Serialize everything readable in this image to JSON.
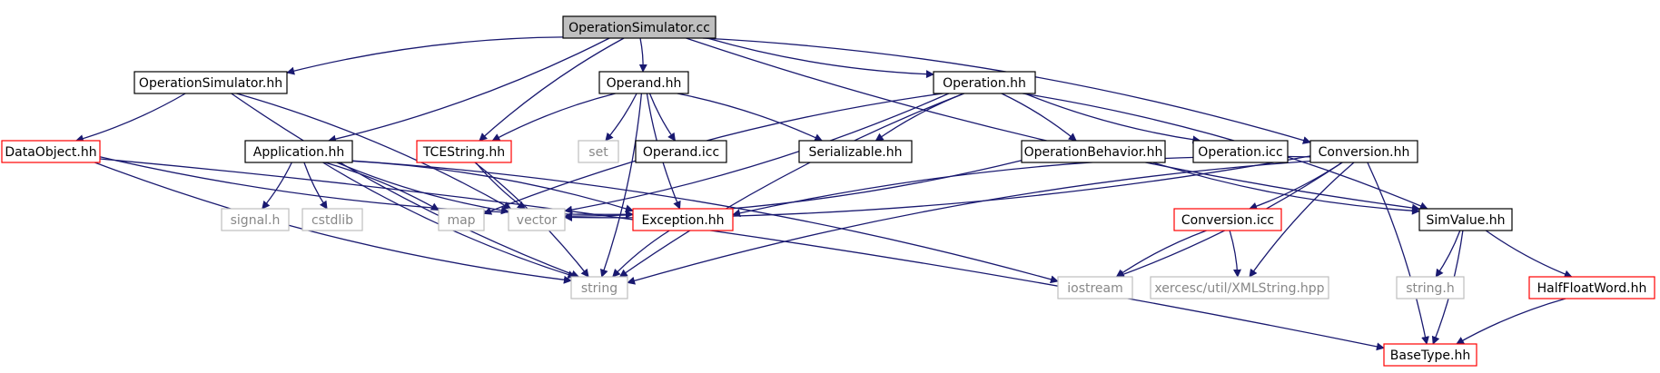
{
  "colors": {
    "edge": "#191970",
    "documented_border": "#000000",
    "undocumented_border": "#bfbfbf",
    "problem_border": "#ff0000",
    "root_fill": "#bfbfbf",
    "text_normal": "#000000",
    "text_system": "#888888"
  },
  "nodes": [
    {
      "id": "OperationSimulator_cc",
      "label": "OperationSimulator.cc",
      "kind": "root"
    },
    {
      "id": "OperationSimulator_hh",
      "label": "OperationSimulator.hh",
      "kind": "documented"
    },
    {
      "id": "Operand_hh",
      "label": "Operand.hh",
      "kind": "documented"
    },
    {
      "id": "Operation_hh",
      "label": "Operation.hh",
      "kind": "documented"
    },
    {
      "id": "DataObject_hh",
      "label": "DataObject.hh",
      "kind": "problem"
    },
    {
      "id": "Application_hh",
      "label": "Application.hh",
      "kind": "documented"
    },
    {
      "id": "TCEString_hh",
      "label": "TCEString.hh",
      "kind": "problem"
    },
    {
      "id": "set",
      "label": "set",
      "kind": "system"
    },
    {
      "id": "Operand_icc",
      "label": "Operand.icc",
      "kind": "documented"
    },
    {
      "id": "Serializable_hh",
      "label": "Serializable.hh",
      "kind": "documented"
    },
    {
      "id": "OperationBehavior_hh",
      "label": "OperationBehavior.hh",
      "kind": "documented"
    },
    {
      "id": "Operation_icc",
      "label": "Operation.icc",
      "kind": "documented"
    },
    {
      "id": "Conversion_hh",
      "label": "Conversion.hh",
      "kind": "documented"
    },
    {
      "id": "signal_h",
      "label": "signal.h",
      "kind": "system"
    },
    {
      "id": "cstdlib",
      "label": "cstdlib",
      "kind": "system"
    },
    {
      "id": "map",
      "label": "map",
      "kind": "system"
    },
    {
      "id": "vector",
      "label": "vector",
      "kind": "system"
    },
    {
      "id": "Exception_hh",
      "label": "Exception.hh",
      "kind": "problem"
    },
    {
      "id": "Conversion_icc",
      "label": "Conversion.icc",
      "kind": "problem"
    },
    {
      "id": "SimValue_hh",
      "label": "SimValue.hh",
      "kind": "documented"
    },
    {
      "id": "string",
      "label": "string",
      "kind": "system"
    },
    {
      "id": "iostream",
      "label": "iostream",
      "kind": "system"
    },
    {
      "id": "XMLString_hpp",
      "label": "xercesc/util/XMLString.hpp",
      "kind": "system"
    },
    {
      "id": "string_h",
      "label": "string.h",
      "kind": "system"
    },
    {
      "id": "HalfFloatWord_hh",
      "label": "HalfFloatWord.hh",
      "kind": "problem"
    },
    {
      "id": "BaseType_hh",
      "label": "BaseType.hh",
      "kind": "problem"
    }
  ],
  "edges": [
    {
      "from": "OperationSimulator_cc",
      "to": "OperationSimulator_hh"
    },
    {
      "from": "OperationSimulator_cc",
      "to": "Application_hh"
    },
    {
      "from": "OperationSimulator_cc",
      "to": "TCEString_hh"
    },
    {
      "from": "OperationSimulator_cc",
      "to": "Operand_hh"
    },
    {
      "from": "OperationSimulator_cc",
      "to": "Operation_hh"
    },
    {
      "from": "OperationSimulator_cc",
      "to": "Conversion_hh"
    },
    {
      "from": "OperationSimulator_cc",
      "to": "SimValue_hh"
    },
    {
      "from": "OperationSimulator_hh",
      "to": "DataObject_hh"
    },
    {
      "from": "OperationSimulator_hh",
      "to": "string"
    },
    {
      "from": "OperationSimulator_hh",
      "to": "vector"
    },
    {
      "from": "DataObject_hh",
      "to": "string"
    },
    {
      "from": "DataObject_hh",
      "to": "BaseType_hh"
    },
    {
      "from": "DataObject_hh",
      "to": "Exception_hh"
    },
    {
      "from": "Application_hh",
      "to": "signal_h"
    },
    {
      "from": "Application_hh",
      "to": "cstdlib"
    },
    {
      "from": "Application_hh",
      "to": "map"
    },
    {
      "from": "Application_hh",
      "to": "vector"
    },
    {
      "from": "Application_hh",
      "to": "Exception_hh"
    },
    {
      "from": "Application_hh",
      "to": "string"
    },
    {
      "from": "Application_hh",
      "to": "iostream"
    },
    {
      "from": "TCEString_hh",
      "to": "vector"
    },
    {
      "from": "TCEString_hh",
      "to": "string"
    },
    {
      "from": "Operand_hh",
      "to": "TCEString_hh"
    },
    {
      "from": "Operand_hh",
      "to": "set"
    },
    {
      "from": "Operand_hh",
      "to": "Operand_icc"
    },
    {
      "from": "Operand_hh",
      "to": "Serializable_hh"
    },
    {
      "from": "Operand_hh",
      "to": "Exception_hh"
    },
    {
      "from": "Operand_hh",
      "to": "string"
    },
    {
      "from": "Operation_hh",
      "to": "Serializable_hh"
    },
    {
      "from": "Operation_hh",
      "to": "OperationBehavior_hh"
    },
    {
      "from": "Operation_hh",
      "to": "Operation_icc"
    },
    {
      "from": "Operation_hh",
      "to": "SimValue_hh"
    },
    {
      "from": "Operation_hh",
      "to": "map"
    },
    {
      "from": "Operation_hh",
      "to": "vector"
    },
    {
      "from": "Operation_hh",
      "to": "string"
    },
    {
      "from": "OperationBehavior_hh",
      "to": "vector"
    },
    {
      "from": "OperationBehavior_hh",
      "to": "SimValue_hh"
    },
    {
      "from": "Conversion_hh",
      "to": "Conversion_icc"
    },
    {
      "from": "Conversion_hh",
      "to": "Exception_hh"
    },
    {
      "from": "Conversion_hh",
      "to": "iostream"
    },
    {
      "from": "Conversion_hh",
      "to": "XMLString_hpp"
    },
    {
      "from": "Conversion_hh",
      "to": "BaseType_hh"
    },
    {
      "from": "Conversion_hh",
      "to": "string"
    },
    {
      "from": "Conversion_hh",
      "to": "vector"
    },
    {
      "from": "Conversion_icc",
      "to": "iostream"
    },
    {
      "from": "Conversion_icc",
      "to": "XMLString_hpp"
    },
    {
      "from": "Exception_hh",
      "to": "string"
    },
    {
      "from": "SimValue_hh",
      "to": "string_h"
    },
    {
      "from": "SimValue_hh",
      "to": "HalfFloatWord_hh"
    },
    {
      "from": "SimValue_hh",
      "to": "BaseType_hh"
    },
    {
      "from": "HalfFloatWord_hh",
      "to": "BaseType_hh"
    }
  ]
}
